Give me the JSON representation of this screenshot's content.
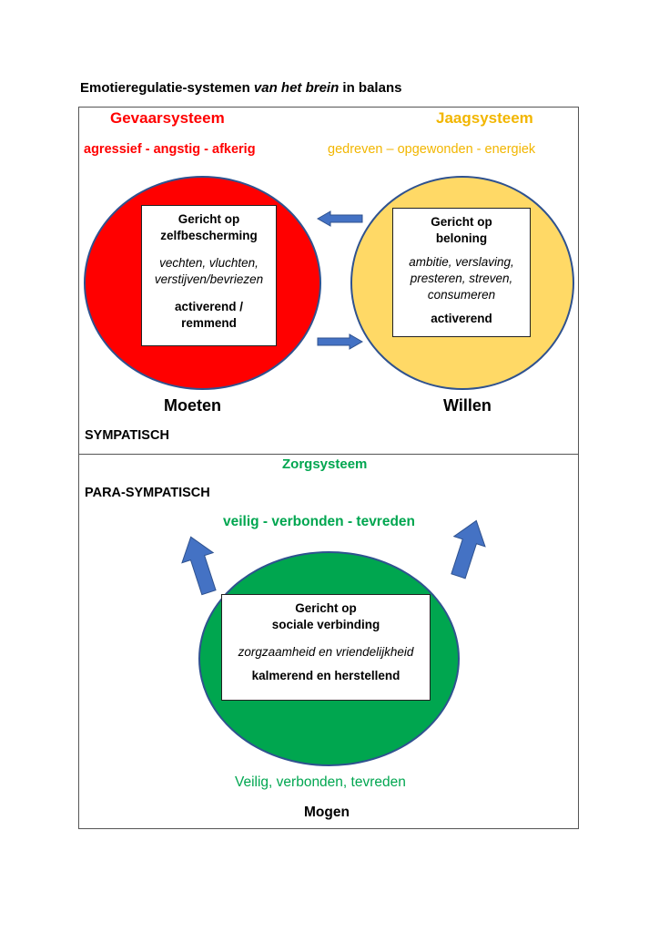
{
  "heading": {
    "part1": "Emotieregulatie-systemen ",
    "part2": "van het brein",
    "part3": " in balans"
  },
  "colors": {
    "danger": "#ff0000",
    "drive": "#ffd966",
    "drive_text": "#f2b600",
    "care": "#00a64f",
    "care_text": "#00a650",
    "border": "#2f528f",
    "arrow": "#4472c4"
  },
  "danger": {
    "title": "Gevaarsysteem",
    "traits": "agressief - angstig - afkerig",
    "box_line1": "Gericht op",
    "box_line2": "zelfbescherming",
    "box_italic1": "vechten, vluchten,",
    "box_italic2": "verstijven/bevriezen",
    "box_bold1": "activerend /",
    "box_bold2": "remmend",
    "label": "Moeten"
  },
  "drive": {
    "title": "Jaagsysteem",
    "traits": "gedreven – opgewonden - energiek",
    "box_line1": "Gericht op",
    "box_line2": "beloning",
    "box_italic1": "ambitie, verslaving,",
    "box_italic2": "presteren, streven,",
    "box_italic3": "consumeren",
    "box_bold1": "activerend",
    "label": "Willen"
  },
  "sympathetic_label": "SYMPATISCH",
  "parasympathetic_label": "PARA-SYMPATISCH",
  "care": {
    "title": "Zorgsysteem",
    "traits_top": "veilig - verbonden - tevreden",
    "box_line1": "Gericht op",
    "box_line2": "sociale verbinding",
    "box_italic1": "zorgzaamheid en vriendelijkheid",
    "box_bold1": "kalmerend en herstellend",
    "traits_bottom": "Veilig, verbonden, tevreden",
    "label": "Mogen"
  },
  "icons": {
    "arrow_left": "arrow-left-icon",
    "arrow_right": "arrow-right-icon",
    "arrow_up_left": "arrow-up-left-icon",
    "arrow_up_right": "arrow-up-right-icon"
  }
}
